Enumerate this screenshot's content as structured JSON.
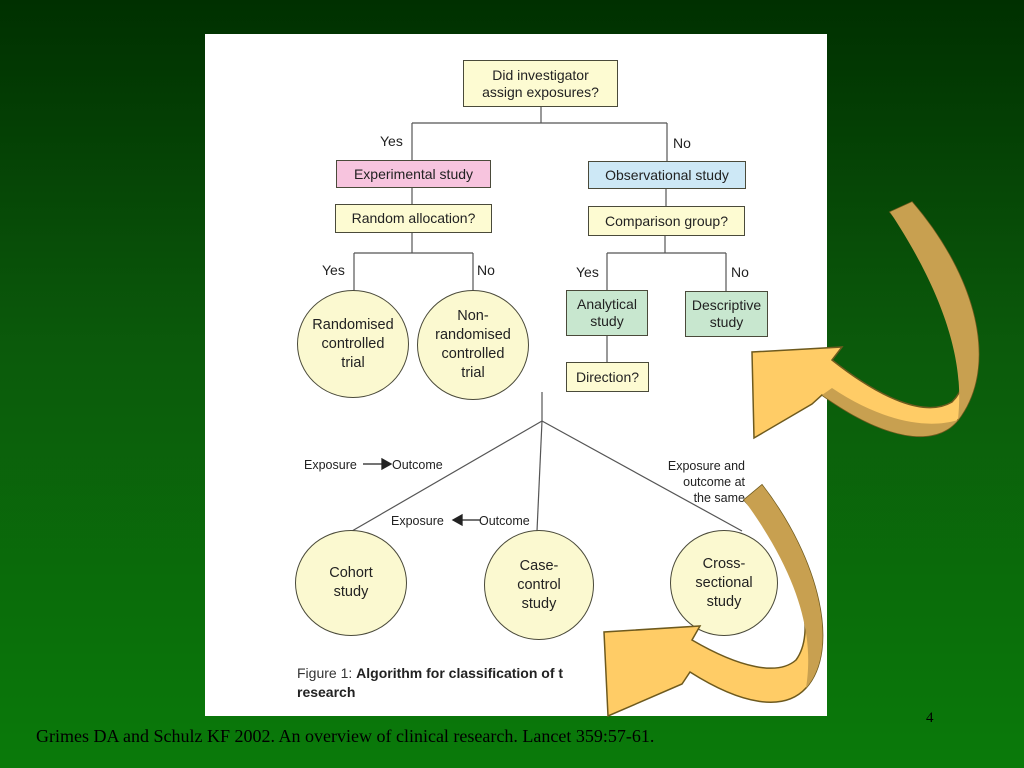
{
  "figure": {
    "nodes": {
      "root": "Did investigator\nassign exposures?",
      "experimental": "Experimental study",
      "observational": "Observational study",
      "random_allocation": "Random allocation?",
      "comparison_group": "Comparison group?",
      "rct": "Randomised\ncontrolled\ntrial",
      "non_rct": "Non-\nrandomised\ncontrolled\ntrial",
      "analytical": "Analytical\nstudy",
      "descriptive": "Descriptive\nstudy",
      "direction": "Direction?",
      "cohort": "Cohort\nstudy",
      "case_control": "Case-\ncontrol\nstudy",
      "cross_sectional": "Cross-\nsectional\nstudy"
    },
    "edge_labels": {
      "root_yes": "Yes",
      "root_no": "No",
      "random_yes": "Yes",
      "random_no": "No",
      "comparison_yes": "Yes",
      "comparison_no": "No",
      "cohort_exposure": "Exposure",
      "cohort_outcome": "Outcome",
      "case_exposure": "Exposure",
      "case_outcome": "Outcome",
      "cross_sectional": "Exposure and\noutcome at\nthe same"
    },
    "caption_prefix": "Figure 1:",
    "caption_title": "Algorithm for classification of t",
    "caption_title_end": "linical",
    "caption_line2": "research"
  },
  "citation": "Grimes DA and Schulz KF 2002.  An overview of clinical research.  Lancet 359:57-61.",
  "page_number": "4",
  "colors": {
    "background_top": "#003000",
    "background_bottom": "#0a7a0a",
    "arrow_fill": "#ffcc66",
    "arrow_shade": "#c8a050",
    "experimental_fill": "#f7c4de",
    "observational_fill": "#cde8f6",
    "analytical_fill": "#c8e7cf",
    "node_fill": "#fdfbd2"
  }
}
